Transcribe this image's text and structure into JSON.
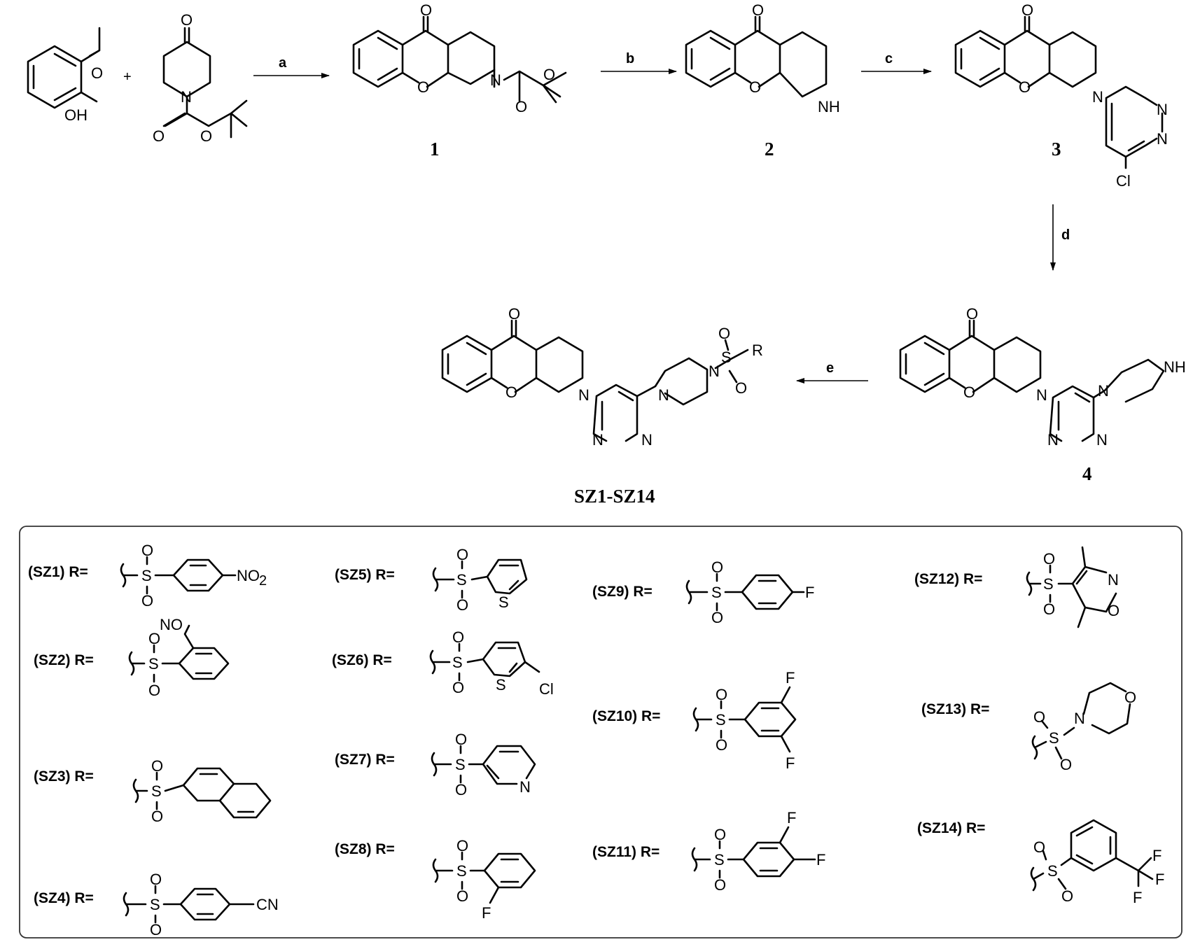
{
  "reagent_labels": {
    "a": "a",
    "b": "b",
    "c": "c",
    "d": "d",
    "e": "e"
  },
  "compound_numbers": {
    "c1": "1",
    "c2": "2",
    "c3": "3",
    "c4": "4",
    "series": "SZ1-SZ14"
  },
  "atom_labels": {
    "O": "O",
    "OH": "OH",
    "N": "N",
    "NH": "NH",
    "S": "S",
    "Cl": "Cl",
    "F": "F",
    "R": "R",
    "NO2": "NO",
    "NO2_sub": "2",
    "CN": "CN"
  },
  "substituents": [
    {
      "label": "(SZ1) R="
    },
    {
      "label": "(SZ2) R="
    },
    {
      "label": "(SZ3) R="
    },
    {
      "label": "(SZ4) R="
    },
    {
      "label": "(SZ5) R="
    },
    {
      "label": "(SZ6) R="
    },
    {
      "label": "(SZ7) R="
    },
    {
      "label": "(SZ8) R="
    },
    {
      "label": "(SZ9) R="
    },
    {
      "label": "(SZ10) R="
    },
    {
      "label": "(SZ11) R="
    },
    {
      "label": "(SZ12) R="
    },
    {
      "label": "(SZ13) R="
    },
    {
      "label": "(SZ14) R="
    }
  ]
}
